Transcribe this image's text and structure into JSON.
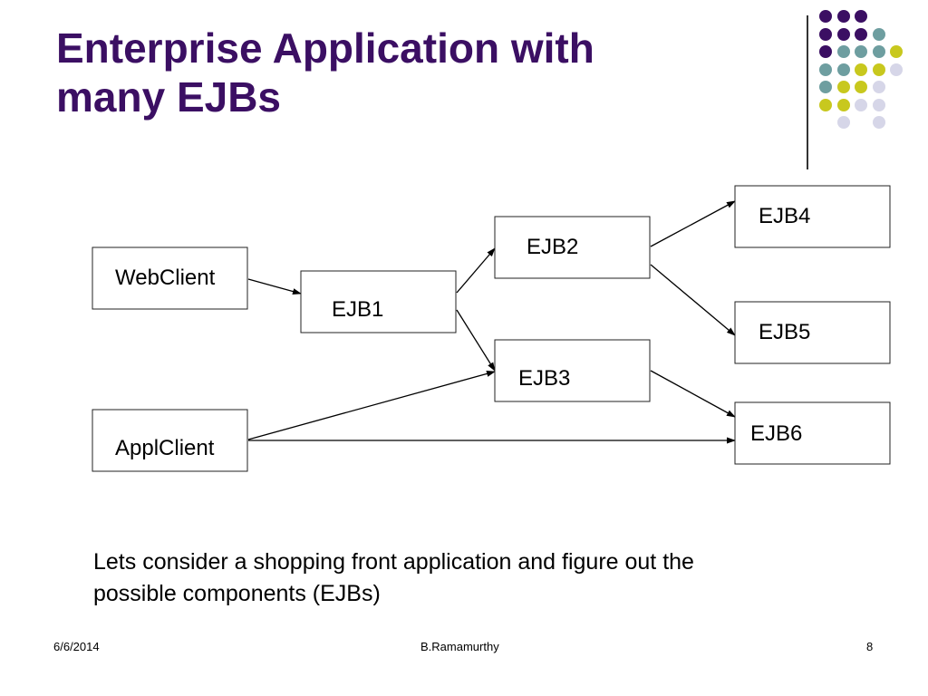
{
  "slide": {
    "title_lines": [
      "Enterprise Application with",
      "many EJBs"
    ],
    "title_color": "#3b0f63"
  },
  "decoration": {
    "palette": {
      "purple": "#3b0f63",
      "teal": "#6e9ea0",
      "lime": "#c8c81e",
      "lavender": "#d6d6e8"
    },
    "dot_grid": [
      [
        "purple",
        "purple",
        "purple",
        "",
        ""
      ],
      [
        "purple",
        "purple",
        "purple",
        "teal",
        ""
      ],
      [
        "purple",
        "teal",
        "teal",
        "teal",
        "lime"
      ],
      [
        "teal",
        "teal",
        "lime",
        "lime",
        "lavender"
      ],
      [
        "teal",
        "lime",
        "lime",
        "lavender",
        ""
      ],
      [
        "lime",
        "lime",
        "lavender",
        "lavender",
        ""
      ],
      [
        "",
        "lavender",
        "",
        "lavender",
        ""
      ]
    ]
  },
  "diagram": {
    "nodes": {
      "webclient": "WebClient",
      "applclient": "ApplClient",
      "ejb1": "EJB1",
      "ejb2": "EJB2",
      "ejb3": "EJB3",
      "ejb4": "EJB4",
      "ejb5": "EJB5",
      "ejb6": "EJB6"
    },
    "edges": [
      [
        "webclient",
        "ejb1"
      ],
      [
        "ejb1",
        "ejb2"
      ],
      [
        "ejb1",
        "ejb3"
      ],
      [
        "ejb2",
        "ejb4"
      ],
      [
        "ejb2",
        "ejb5"
      ],
      [
        "ejb3",
        "ejb6"
      ],
      [
        "applclient",
        "ejb3"
      ],
      [
        "applclient",
        "ejb6"
      ]
    ]
  },
  "body": {
    "caption_lines": [
      "Lets consider a shopping front application and figure out the",
      "possible components (EJBs)"
    ]
  },
  "footer": {
    "date": "6/6/2014",
    "author": "B.Ramamurthy",
    "page": "8"
  }
}
